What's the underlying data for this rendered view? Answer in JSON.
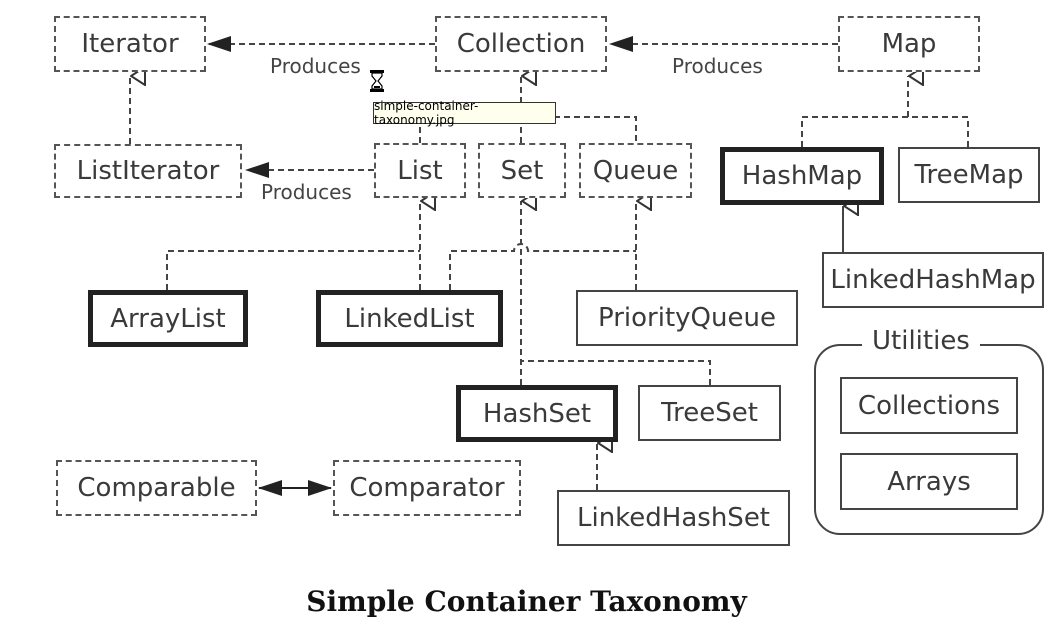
{
  "diagram": {
    "boxes": {
      "iterator": "Iterator",
      "collection": "Collection",
      "map": "Map",
      "list_iterator": "ListIterator",
      "list": "List",
      "set": "Set",
      "queue": "Queue",
      "hash_map": "HashMap",
      "tree_map": "TreeMap",
      "linked_hash_map": "LinkedHashMap",
      "array_list": "ArrayList",
      "linked_list": "LinkedList",
      "priority_queue": "PriorityQueue",
      "hash_set": "HashSet",
      "tree_set": "TreeSet",
      "linked_hash_set": "LinkedHashSet",
      "comparable": "Comparable",
      "comparator": "Comparator",
      "collections": "Collections",
      "arrays": "Arrays"
    },
    "edge_labels": {
      "collection_produces_iterator": "Produces",
      "map_produces_collection": "Produces",
      "list_produces_list_iterator": "Produces"
    },
    "utilities_title": "Utilities",
    "caption": "Simple Container Taxonomy"
  },
  "tooltip": {
    "text": "simple-container-taxonomy.jpg",
    "icon": "hourglass-icon"
  }
}
